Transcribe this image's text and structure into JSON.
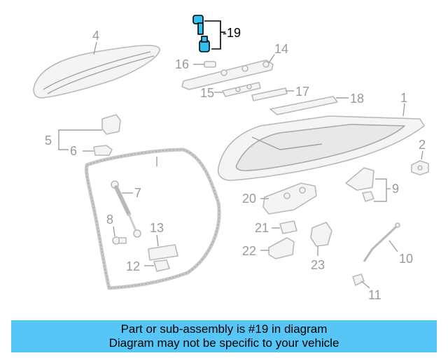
{
  "callouts": {
    "c1": "1",
    "c2": "2",
    "c4": "4",
    "c5": "5",
    "c6": "6",
    "c7": "7",
    "c8": "8",
    "c9": "9",
    "c10": "10",
    "c11": "11",
    "c12": "12",
    "c13": "13",
    "c14": "14",
    "c15": "15",
    "c16": "16",
    "c17": "17",
    "c18": "18",
    "c19": "-19",
    "c20": "20",
    "c21": "21",
    "c22": "22",
    "c23": "23"
  },
  "highlight_color": "#2fc1f1",
  "banner": {
    "line1": "Part or sub-assembly is #19 in diagram",
    "line2": "Diagram may not be specific to your vehicle",
    "background": "#55c6f5"
  }
}
